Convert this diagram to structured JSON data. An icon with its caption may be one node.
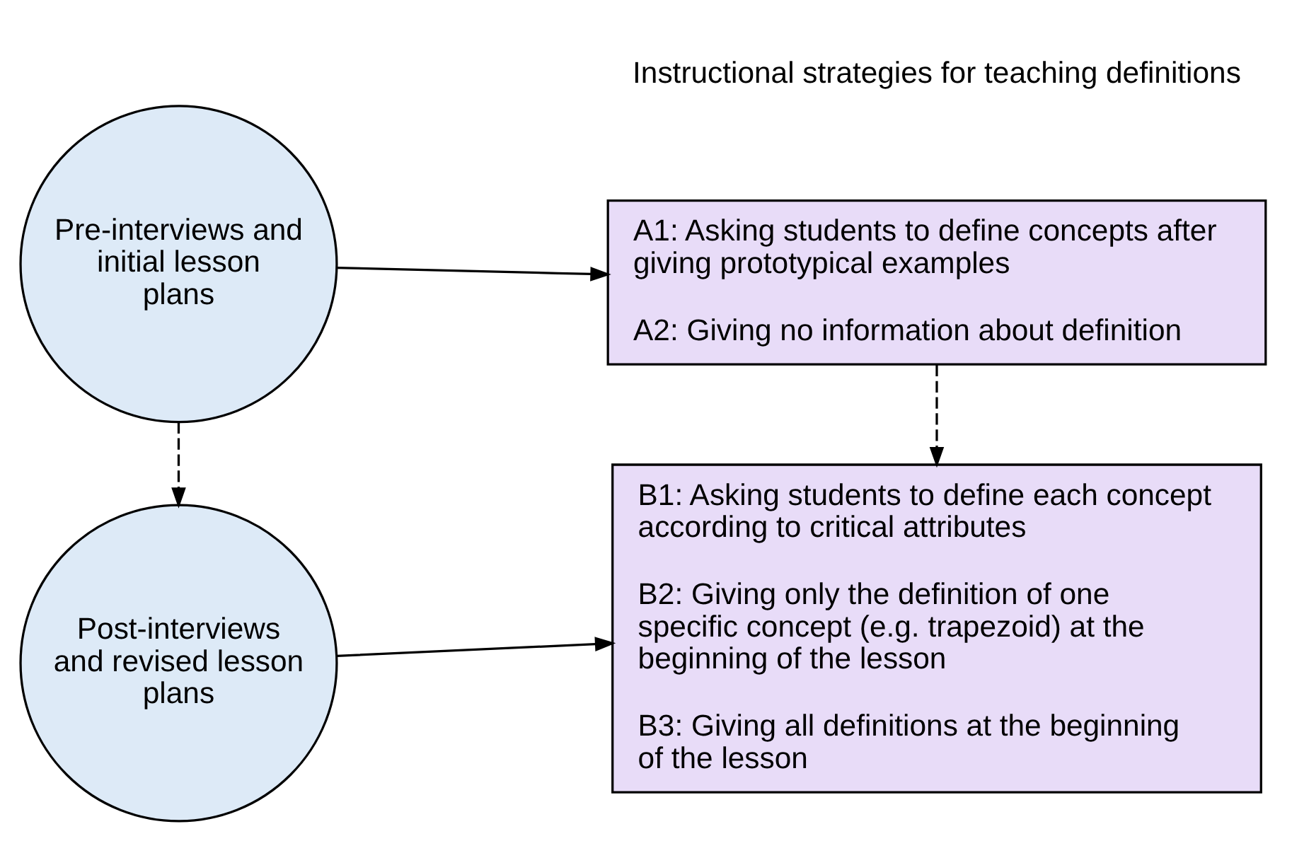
{
  "diagram": {
    "nodes": [
      {
        "text": [
          "Pre-interviews and initial lesson plans"
        ]
      },
      {
        "text": [
          "Post-interviews and revised lesson plans"
        ]
      },
      {
        "text": [
          "A1: Asking students to define concepts after giving prototypical examples",
          "A2: Giving no information about definition"
        ]
      },
      {
        "text": [
          "B1: Asking students to define each concept according to critical attributes",
          "B2: Giving only the definition of one specific concept (e.g. trapezoid) at the beginning of the lesson",
          "B3: Giving all definitions at the beginning of the lesson"
        ]
      }
    ],
    "edges": [
      {
        "from": 0,
        "to": 2,
        "arrow": "to"
      },
      {
        "from": 0,
        "to": 1,
        "arrow": "to",
        "style": "dashed"
      },
      {
        "from": 2,
        "to": 3,
        "arrow": "to",
        "style": "dashed"
      },
      {
        "from": 1,
        "to": 3,
        "arrow": "to"
      }
    ],
    "labels": [
      "Instructional strategies for teaching definitions"
    ]
  }
}
